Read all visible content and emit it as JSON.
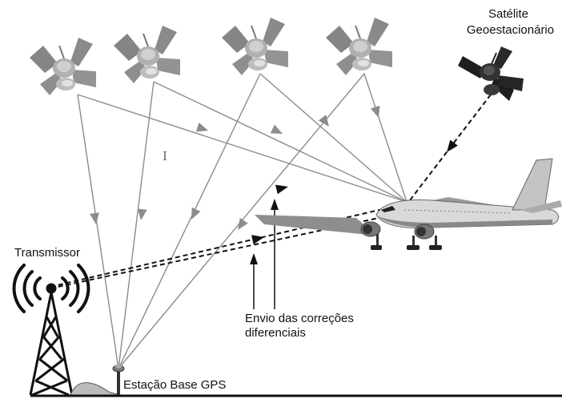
{
  "labels": {
    "geo_satellite_line1": "Satélite",
    "geo_satellite_line2": "Geoestacionário",
    "transmitter": "Transmissor",
    "base_station": "Estação Base GPS",
    "corrections_line1": "Envio das correções",
    "corrections_line2": "diferenciais"
  },
  "icons": {
    "gps_satellite": "satellite-icon",
    "geo_satellite": "geostationary-satellite-icon",
    "aircraft": "airplane-icon",
    "transmitter": "radio-tower-icon",
    "base_station": "gps-antenna-icon"
  },
  "colors": {
    "gps_satellite": "#8a8a8a",
    "geo_satellite": "#1a1a1a",
    "signal_lines": "#8c8c8c",
    "correction_lines": "#111111"
  }
}
